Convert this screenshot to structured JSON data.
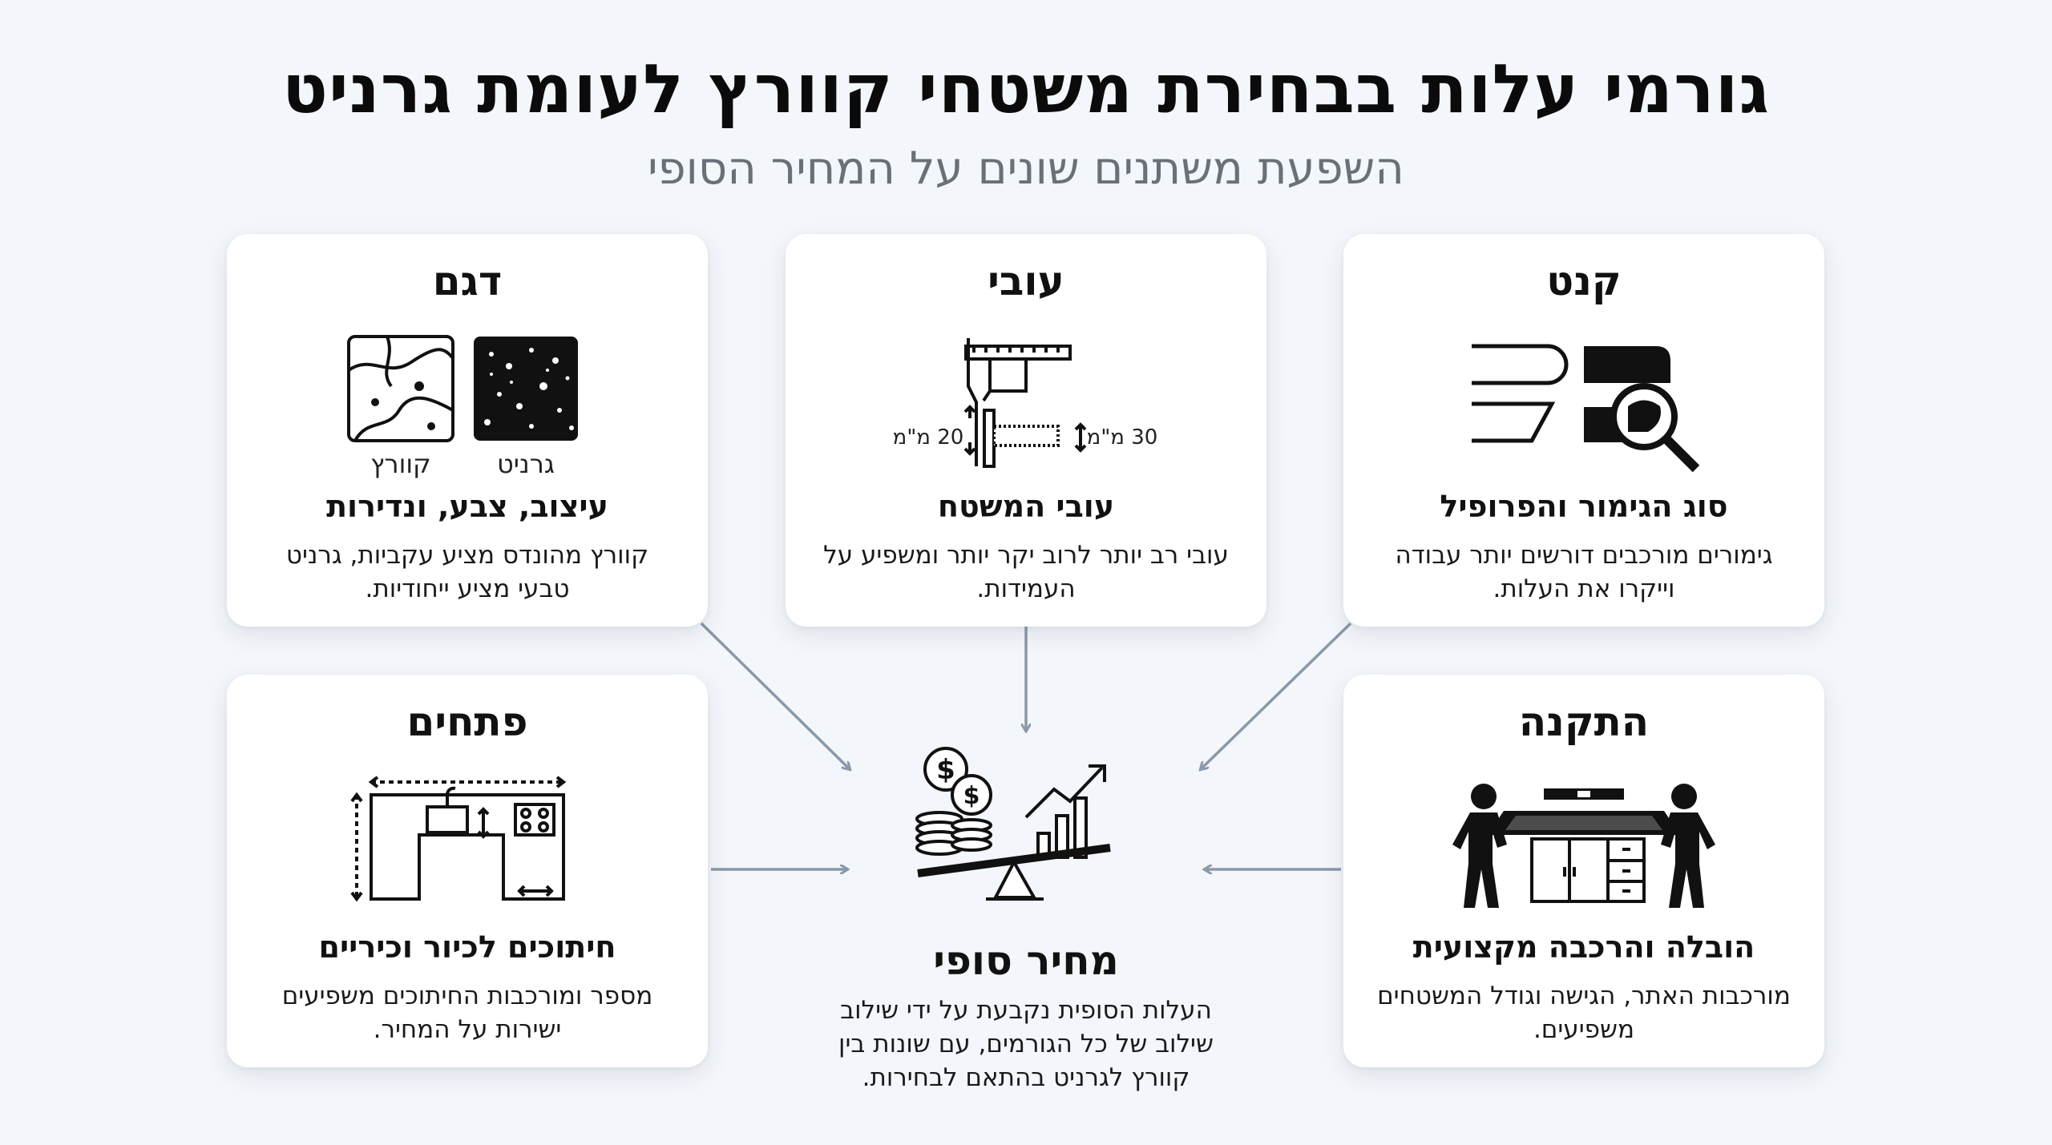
{
  "title": "גורמי עלות בבחירת משטחי קוורץ לעומת גרניט",
  "subtitle": "השפעת משתנים שונים על המחיר הסופי",
  "cards": {
    "pattern": {
      "title": "דגם",
      "granite_label": "גרניט",
      "quartz_label": "קוורץ",
      "heading": "עיצוב, צבע, ונדירות",
      "description": "קוורץ מהונדס מציע עקביות, גרניט טבעי מציע ייחודיות."
    },
    "thickness": {
      "title": "עובי",
      "left_label": "20 מ\"מ",
      "right_label": "30 מ\"מ",
      "heading": "עובי המשטח",
      "description": "עובי רב יותר לרוב יקר יותר ומשפיע על העמידות."
    },
    "edge": {
      "title": "קנט",
      "heading": "סוג הגימור והפרופיל",
      "description": "גימורים מורכבים דורשים יותר עבודה וייקרו את העלות."
    },
    "cutouts": {
      "title": "פתחים",
      "heading": "חיתוכים לכיור וכיריים",
      "description": "מספר ומורכבות החיתוכים משפיעים ישירות על המחיר."
    },
    "installation": {
      "title": "התקנה",
      "heading": "הובלה והרכבה מקצועית",
      "description": "מורכבות האתר, הגישה וגודל המשטחים משפיעים."
    }
  },
  "final": {
    "heading": "מחיר סופי",
    "description": "העלות הסופית נקבעת על ידי שילוב שילוב של כל הגורמים, עם שונות בין קוורץ לגרניט בהתאם לבחירות."
  },
  "icons": {
    "pattern": [
      "granite-sample-icon",
      "quartz-sample-icon"
    ],
    "thickness": "caliper-icon",
    "edge": [
      "edge-profile-icon",
      "magnifier-icon"
    ],
    "cutouts": "kitchen-layout-icon",
    "installation": "workers-installing-icon",
    "final": "price-balance-icon"
  },
  "colors": {
    "background": "#f3f6fa",
    "card": "#ffffff",
    "arrow": "#8a98a8",
    "subtitle": "#6b6f78"
  }
}
